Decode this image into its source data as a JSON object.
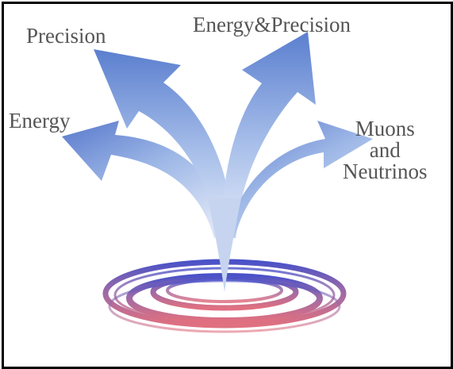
{
  "labels": {
    "precision": "Precision",
    "energy": "Energy",
    "energy_precision": "Energy&Precision",
    "muons_line1": "Muons",
    "muons_line2": "and",
    "muons_line3": "Neutrinos"
  },
  "colors": {
    "arrow_light": "#d8e2f6",
    "arrow_dark": "#5b7fcf",
    "ring_top": "#4a52c8",
    "ring_bottom": "#e07080",
    "label": "#555555",
    "border": "#000000"
  }
}
